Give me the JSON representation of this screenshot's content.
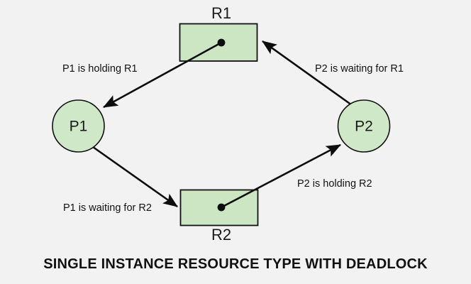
{
  "diagram": {
    "background_color": "#f2f2f2",
    "node_fill_color": "#cce6c4",
    "stroke_color": "#111111",
    "caption": "SINGLE INSTANCE RESOURCE TYPE WITH DEADLOCK",
    "resources": [
      {
        "id": "R1",
        "label": "R1",
        "label_position": "above"
      },
      {
        "id": "R2",
        "label": "R2",
        "label_position": "below"
      }
    ],
    "processes": [
      {
        "id": "P1",
        "label": "P1"
      },
      {
        "id": "P2",
        "label": "P2"
      }
    ],
    "edges": [
      {
        "id": "r1-to-p1",
        "from": "R1",
        "to": "P1",
        "type": "assignment",
        "label": "P1 is holding R1"
      },
      {
        "id": "p2-to-r1",
        "from": "P2",
        "to": "R1",
        "type": "request",
        "label": "P2 is waiting for R1"
      },
      {
        "id": "p1-to-r2",
        "from": "P1",
        "to": "R2",
        "type": "request",
        "label": "P1 is waiting for R2"
      },
      {
        "id": "r2-to-p2",
        "from": "R2",
        "to": "P2",
        "type": "assignment",
        "label": "P2 is holding R2"
      }
    ]
  }
}
